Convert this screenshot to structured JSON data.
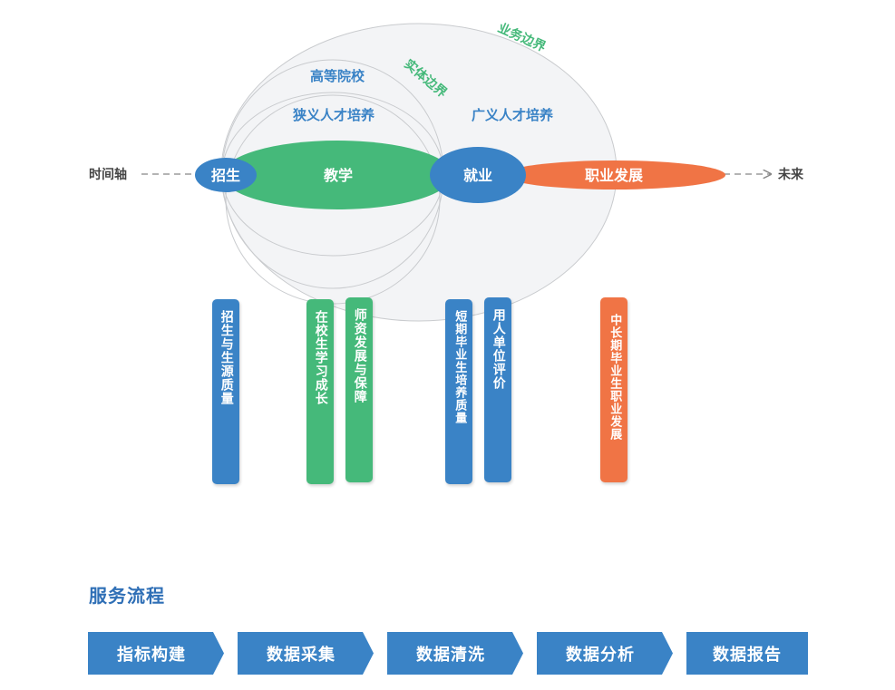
{
  "timeline": {
    "left_label": "时间轴",
    "right_label": "未来"
  },
  "boundaries": {
    "business": "业务边界",
    "entity": "实体边界",
    "university": "高等院校",
    "narrow": "狭义人才培养",
    "broad": "广义人才培养"
  },
  "stages": {
    "enrollment": "招生",
    "teaching": "教学",
    "employment": "就业",
    "career": "职业发展"
  },
  "bars": [
    {
      "label": "招生与生源质量",
      "color": "blue"
    },
    {
      "label": "在校生学习成长",
      "color": "green"
    },
    {
      "label": "师资发展与保障",
      "color": "green"
    },
    {
      "label": "短期毕业生培养质量",
      "color": "blue"
    },
    {
      "label": "用人单位评价",
      "color": "blue"
    },
    {
      "label": "中长期毕业生职业发展",
      "color": "orange"
    }
  ],
  "process": {
    "title": "服务流程",
    "steps": [
      "指标构建",
      "数据采集",
      "数据清洗",
      "数据分析",
      "数据报告"
    ]
  },
  "colors": {
    "blue": "#3a83c6",
    "green": "#45b97a",
    "orange": "#f07445",
    "business_label": "#45b97a",
    "boundary_fill": "#f3f4f6",
    "boundary_stroke": "#c9cbce"
  }
}
